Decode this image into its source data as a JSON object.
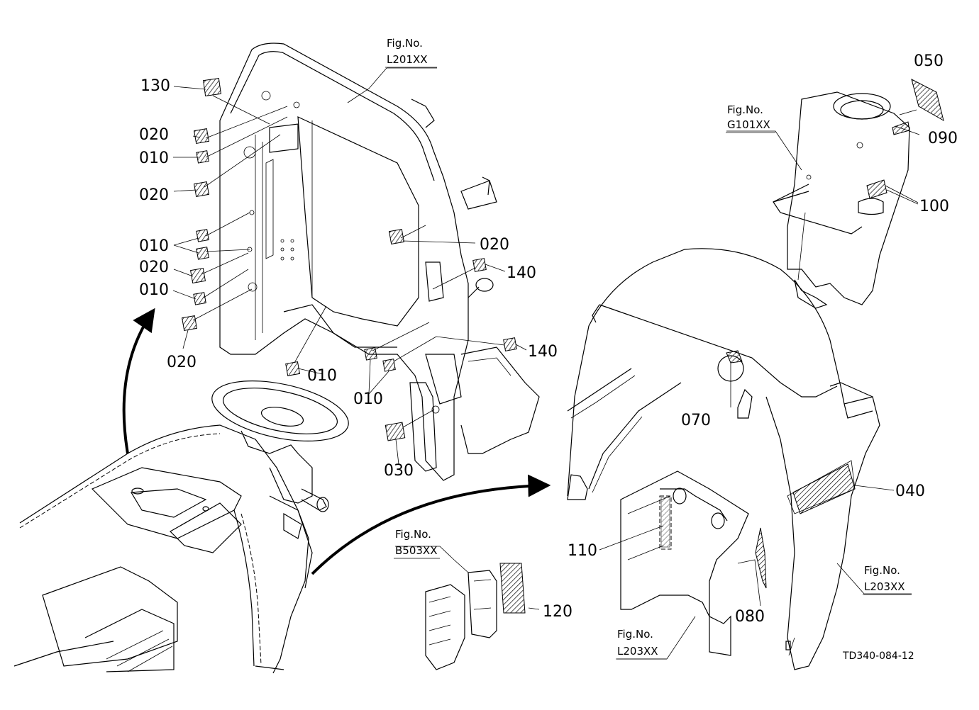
{
  "diagram_code": "TD340-084-12",
  "figure_refs": {
    "l201": {
      "label": "Fig.No.",
      "number": "L201XX"
    },
    "g101": {
      "label": "Fig.No.",
      "number": "G101XX"
    },
    "b503": {
      "label": "Fig.No.",
      "number": "B503XX"
    },
    "l203_right": {
      "label": "Fig.No.",
      "number": "L203XX"
    },
    "l203_bottom": {
      "label": "Fig.No.",
      "number": "L203XX"
    }
  },
  "callouts": {
    "c130": "130",
    "c020_a": "020",
    "c010_a": "010",
    "c020_b": "020",
    "c010_b": "010",
    "c020_c": "020",
    "c010_c": "010",
    "c020_d": "020",
    "c010_d": "010",
    "c020_e": "020",
    "c140_a": "140",
    "c140_b": "140",
    "c010_e": "010",
    "c030": "030",
    "c050": "050",
    "c090": "090",
    "c100": "100",
    "c070": "070",
    "c040": "040",
    "c110": "110",
    "c080": "080",
    "c120": "120"
  }
}
